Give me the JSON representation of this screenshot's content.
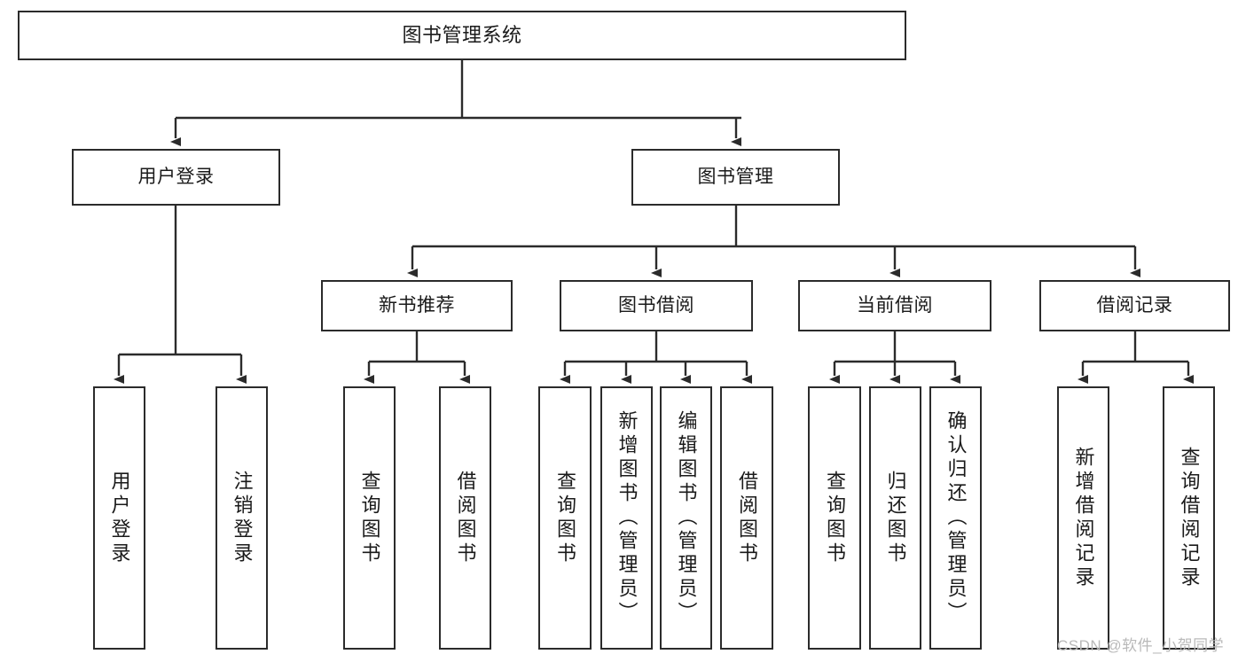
{
  "diagram": {
    "type": "tree-hierarchy-diagram",
    "title": "图书管理系统",
    "watermark": "CSDN @软件_小贺同学",
    "colors": {
      "box_border": "#2b2b2b",
      "box_fill": "#ffffff",
      "edge": "#2b2b2b",
      "text": "#1a1a1a",
      "watermark": "#b9b9b9"
    },
    "nodes": {
      "root": {
        "label": "图书管理系统"
      },
      "level2": [
        {
          "label": "用户登录"
        },
        {
          "label": "图书管理"
        }
      ],
      "level3": [
        {
          "label": "新书推荐"
        },
        {
          "label": "图书借阅"
        },
        {
          "label": "当前借阅"
        },
        {
          "label": "借阅记录"
        }
      ],
      "leaves": {
        "user_login": [
          {
            "label": "用户登录"
          },
          {
            "label": "注销登录"
          }
        ],
        "new_book_recommend": [
          {
            "label": "查询图书"
          },
          {
            "label": "借阅图书"
          }
        ],
        "book_borrow": [
          {
            "label": "查询图书"
          },
          {
            "label": "新增图书（管理员）"
          },
          {
            "label": "编辑图书（管理员）"
          },
          {
            "label": "借阅图书"
          }
        ],
        "current_borrow": [
          {
            "label": "查询图书"
          },
          {
            "label": "归还图书"
          },
          {
            "label": "确认归还（管理员）"
          }
        ],
        "borrow_record": [
          {
            "label": "新增借阅记录"
          },
          {
            "label": "查询借阅记录"
          }
        ]
      }
    }
  }
}
